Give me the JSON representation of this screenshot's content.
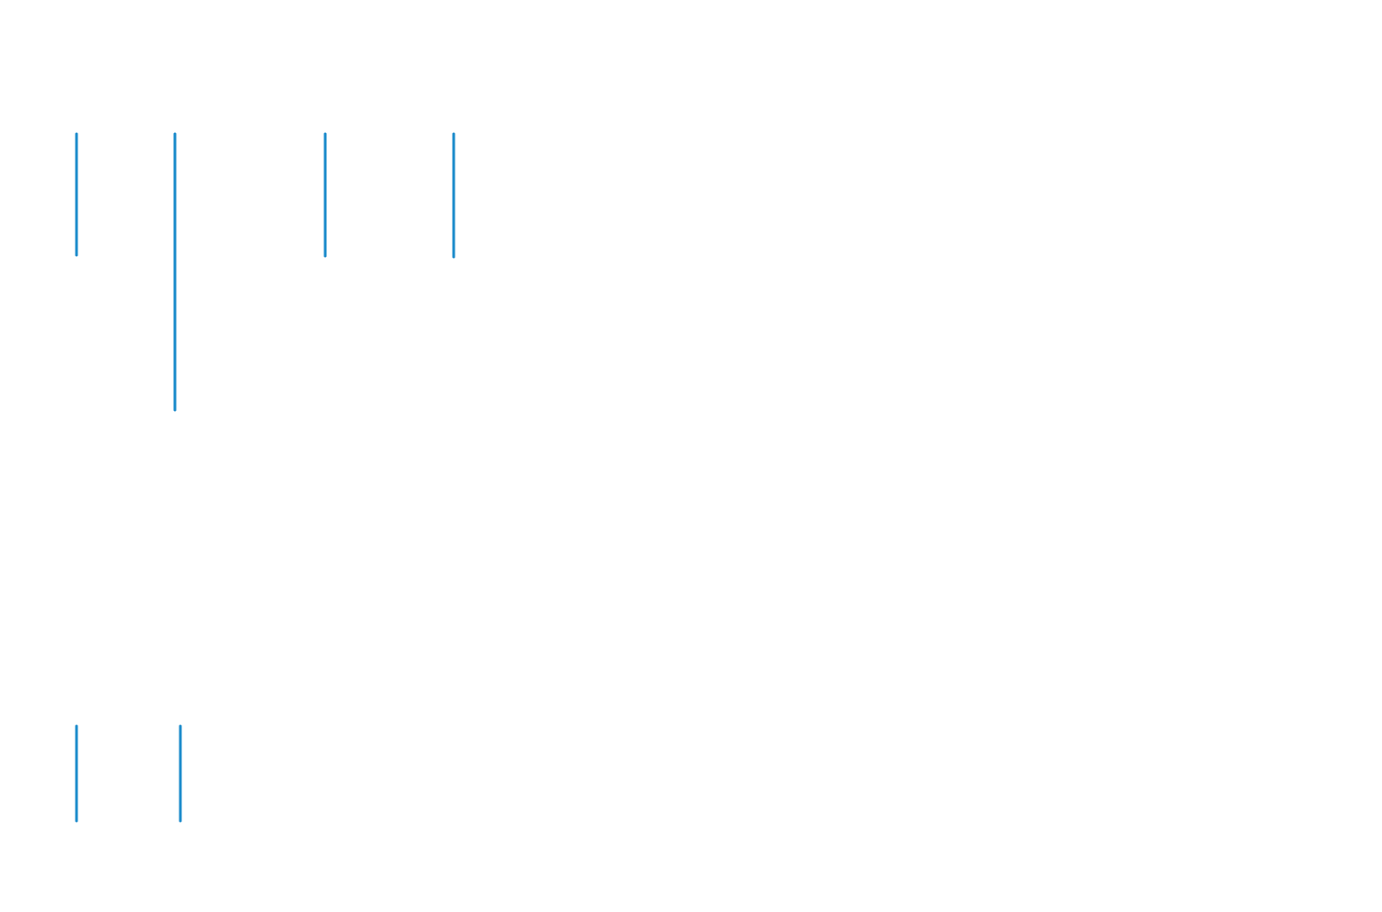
{
  "colors": {
    "background": "#ffffff",
    "stroke": "#1b8bcb"
  },
  "groups": [
    {
      "name": "top-group",
      "line_count": 4
    },
    {
      "name": "bottom-group",
      "line_count": 2
    }
  ]
}
